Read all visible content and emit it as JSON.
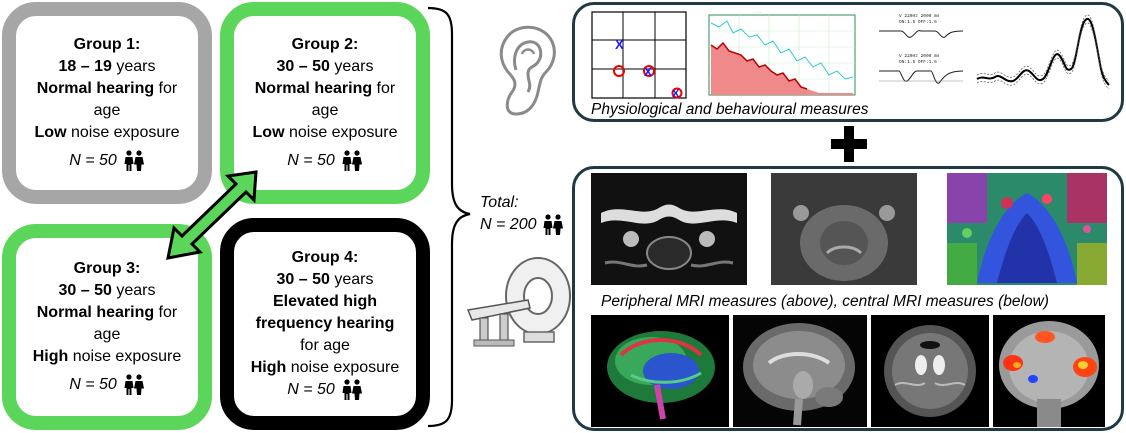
{
  "groups": [
    {
      "title": "Group 1:",
      "age_range": "18 – 19",
      "age_unit": " years",
      "hearing_bold": "Normal hearing",
      "hearing_rest": " for",
      "hearing_tail": "age",
      "noise_bold": "Low",
      "noise_rest": " noise exposure",
      "n": "N = 50"
    },
    {
      "title": "Group 2:",
      "age_range": "30 – 50",
      "age_unit": " years",
      "hearing_bold": "Normal hearing",
      "hearing_rest": " for",
      "hearing_tail": "age",
      "noise_bold": "Low",
      "noise_rest": " noise exposure",
      "n": "N = 50"
    },
    {
      "title": "Group 3:",
      "age_range": "30 – 50",
      "age_unit": " years",
      "hearing_bold": "Normal hearing",
      "hearing_rest": " for",
      "hearing_tail": "age",
      "noise_bold": "High",
      "noise_rest": " noise exposure",
      "n": "N = 50"
    },
    {
      "title": "Group 4:",
      "age_range": "30 – 50",
      "age_unit": " years",
      "hearing_bold_1": "Elevated high",
      "hearing_bold_2": "frequency hearing",
      "hearing_tail": "for age",
      "noise_bold": "High",
      "noise_rest": " noise exposure",
      "n": "N = 50"
    }
  ],
  "total": {
    "label": "Total:",
    "n": "N = 200"
  },
  "captions": {
    "physio": "Physiological and behavioural measures",
    "mri": "Peripheral MRI measures (above), central MRI measures (below)"
  },
  "colors": {
    "green": "#5bd65b",
    "grey": "#a6a6a6",
    "black": "#000000",
    "panel_border": "#1f3a44"
  },
  "icons": [
    "people-icon",
    "ear-icon",
    "mri-scanner-icon",
    "plus-icon",
    "double-arrow-icon",
    "brace-icon"
  ]
}
